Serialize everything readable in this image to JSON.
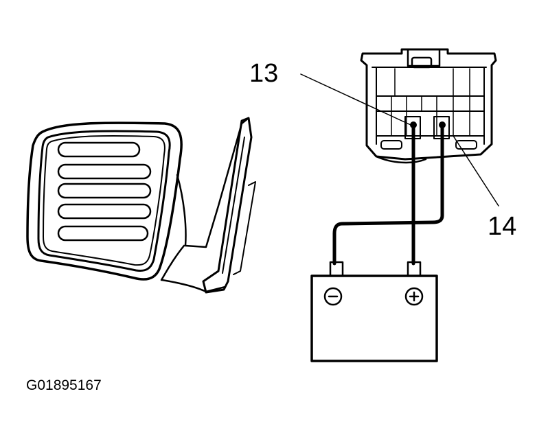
{
  "figure": {
    "callouts": [
      {
        "id": "13",
        "label": "13"
      },
      {
        "id": "14",
        "label": "14"
      }
    ],
    "battery": {
      "negative_symbol": "−",
      "positive_symbol": "+"
    },
    "figure_id": "G01895167"
  }
}
